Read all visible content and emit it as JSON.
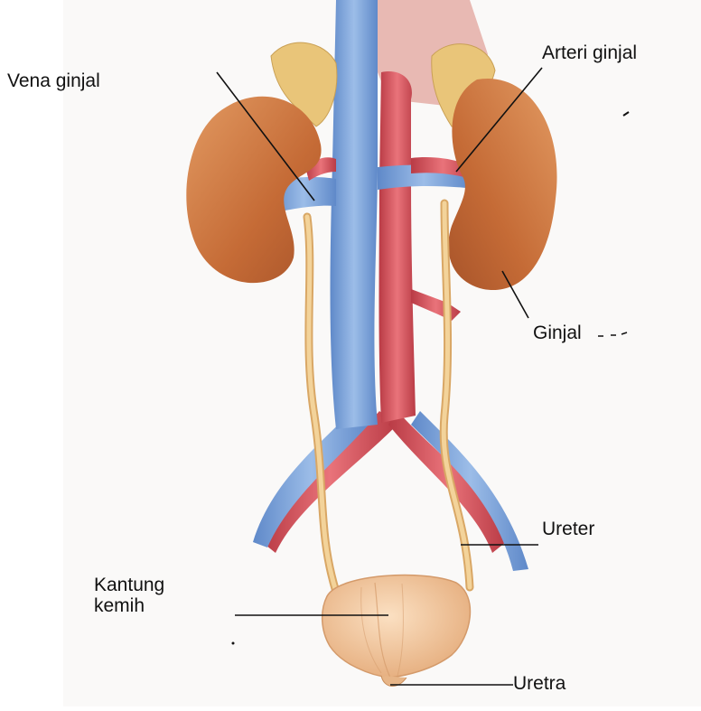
{
  "labels": {
    "vena_ginjal": "Vena  ginjal",
    "arteri_ginjal": "Arteri ginjal",
    "ginjal": "Ginjal",
    "ureter": "Ureter",
    "kantung_kemih_line1": "Kantung",
    "kantung_kemih_line2": "kemih",
    "uretra": "Uretra"
  },
  "colors": {
    "kidney": "#c9733f",
    "adrenal": "#e9c579",
    "vein": "#7fa6da",
    "artery": "#d9585f",
    "ureter": "#efc98a",
    "bladder": "#f0c89c",
    "leader_line": "#111111"
  }
}
